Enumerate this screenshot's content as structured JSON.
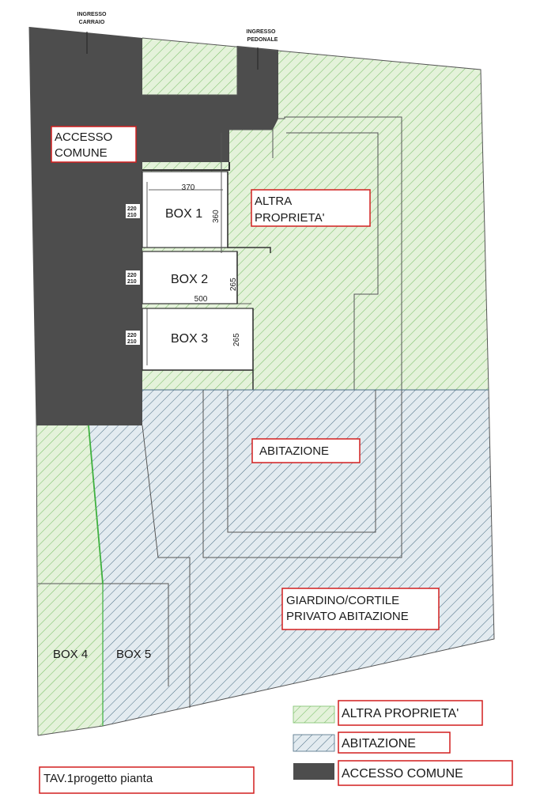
{
  "entrances": {
    "carraio_line1": "INGRESSO",
    "carraio_line2": "CARRAIO",
    "pedonale_line1": "INGRESSO",
    "pedonale_line2": "PEDONALE"
  },
  "areas": {
    "accesso_line1": "ACCESSO",
    "accesso_line2": "COMUNE",
    "altra_line1": "ALTRA",
    "altra_line2": "PROPRIETA'",
    "abitazione": "ABITAZIONE",
    "giardino_line1": "GIARDINO/CORTILE",
    "giardino_line2": "PRIVATO ABITAZIONE"
  },
  "boxes": {
    "box1": "BOX 1",
    "box2": "BOX 2",
    "box3": "BOX 3",
    "box4": "BOX 4",
    "box5": "BOX 5"
  },
  "dimensions": {
    "box1_width": "370",
    "box1_depth": "360",
    "box2_depth": "265",
    "box23_width": "500",
    "box3_depth": "265",
    "door_h1": "220",
    "door_h2": "210"
  },
  "legend": {
    "altra": "ALTRA PROPRIETA'",
    "abitazione": "ABITAZIONE",
    "accesso": "ACCESSO COMUNE"
  },
  "title_block": "TAV.1progetto pianta",
  "colors": {
    "green_fill": "#e4f2da",
    "green_hatch": "#7cc06a",
    "blue_fill": "#e3ebf0",
    "blue_hatch": "#4a6d82",
    "dark": "#4d4d4d",
    "red_box": "#d21f1f"
  }
}
